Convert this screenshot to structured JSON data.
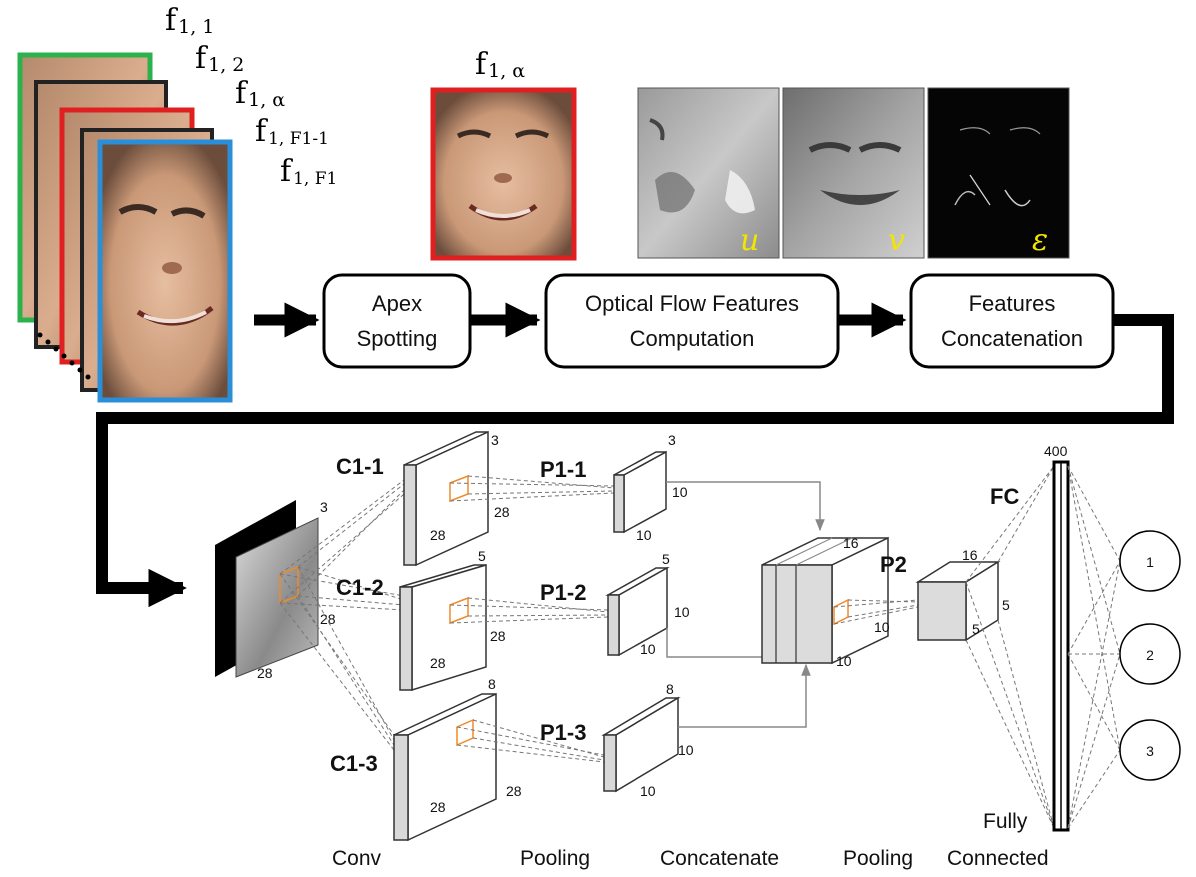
{
  "frames": {
    "labels": [
      {
        "base": "f",
        "sub": "1, 1"
      },
      {
        "base": "f",
        "sub": "1, 2"
      },
      {
        "base": "f",
        "sub": "1, α"
      },
      {
        "base": "f",
        "sub": "1, F1-1"
      },
      {
        "base": "f",
        "sub": "1, F1"
      }
    ],
    "colors": [
      "#2bb24c",
      "#222222",
      "#e02020",
      "#222222",
      "#2a8fd8"
    ]
  },
  "apex_frame": {
    "base": "f",
    "sub": "1, α",
    "border_color": "#e02020"
  },
  "flow_maps": [
    {
      "symbol": "u"
    },
    {
      "symbol": "v"
    },
    {
      "symbol": "ε"
    }
  ],
  "pipeline": {
    "steps": [
      {
        "line1": "Apex",
        "line2": "Spotting"
      },
      {
        "line1": "Optical Flow Features",
        "line2": "Computation"
      },
      {
        "line1": "Features",
        "line2": "Concatenation"
      }
    ]
  },
  "network": {
    "input": {
      "depth": "3",
      "height": "28",
      "width": "28"
    },
    "conv": [
      {
        "name": "C1-1",
        "depth": "3",
        "h": "28",
        "w": "28"
      },
      {
        "name": "C1-2",
        "depth": "5",
        "h": "28",
        "w": "28"
      },
      {
        "name": "C1-3",
        "depth": "8",
        "h": "28",
        "w": "28"
      }
    ],
    "pool1": [
      {
        "name": "P1-1",
        "depth": "3",
        "h": "10",
        "w": "10"
      },
      {
        "name": "P1-2",
        "depth": "5",
        "h": "10",
        "w": "10"
      },
      {
        "name": "P1-3",
        "depth": "8",
        "h": "10",
        "w": "10"
      }
    ],
    "concat": {
      "depth": "16",
      "h": "10",
      "w": "10"
    },
    "pool2": {
      "name": "P2",
      "depth": "16",
      "h": "5",
      "w": "5"
    },
    "fc": {
      "name": "FC",
      "units": "400"
    },
    "outputs": [
      "1",
      "2",
      "3"
    ]
  },
  "bottom_labels": [
    "Conv",
    "Pooling",
    "Concatenate",
    "Pooling",
    "Fully",
    "Connected"
  ]
}
